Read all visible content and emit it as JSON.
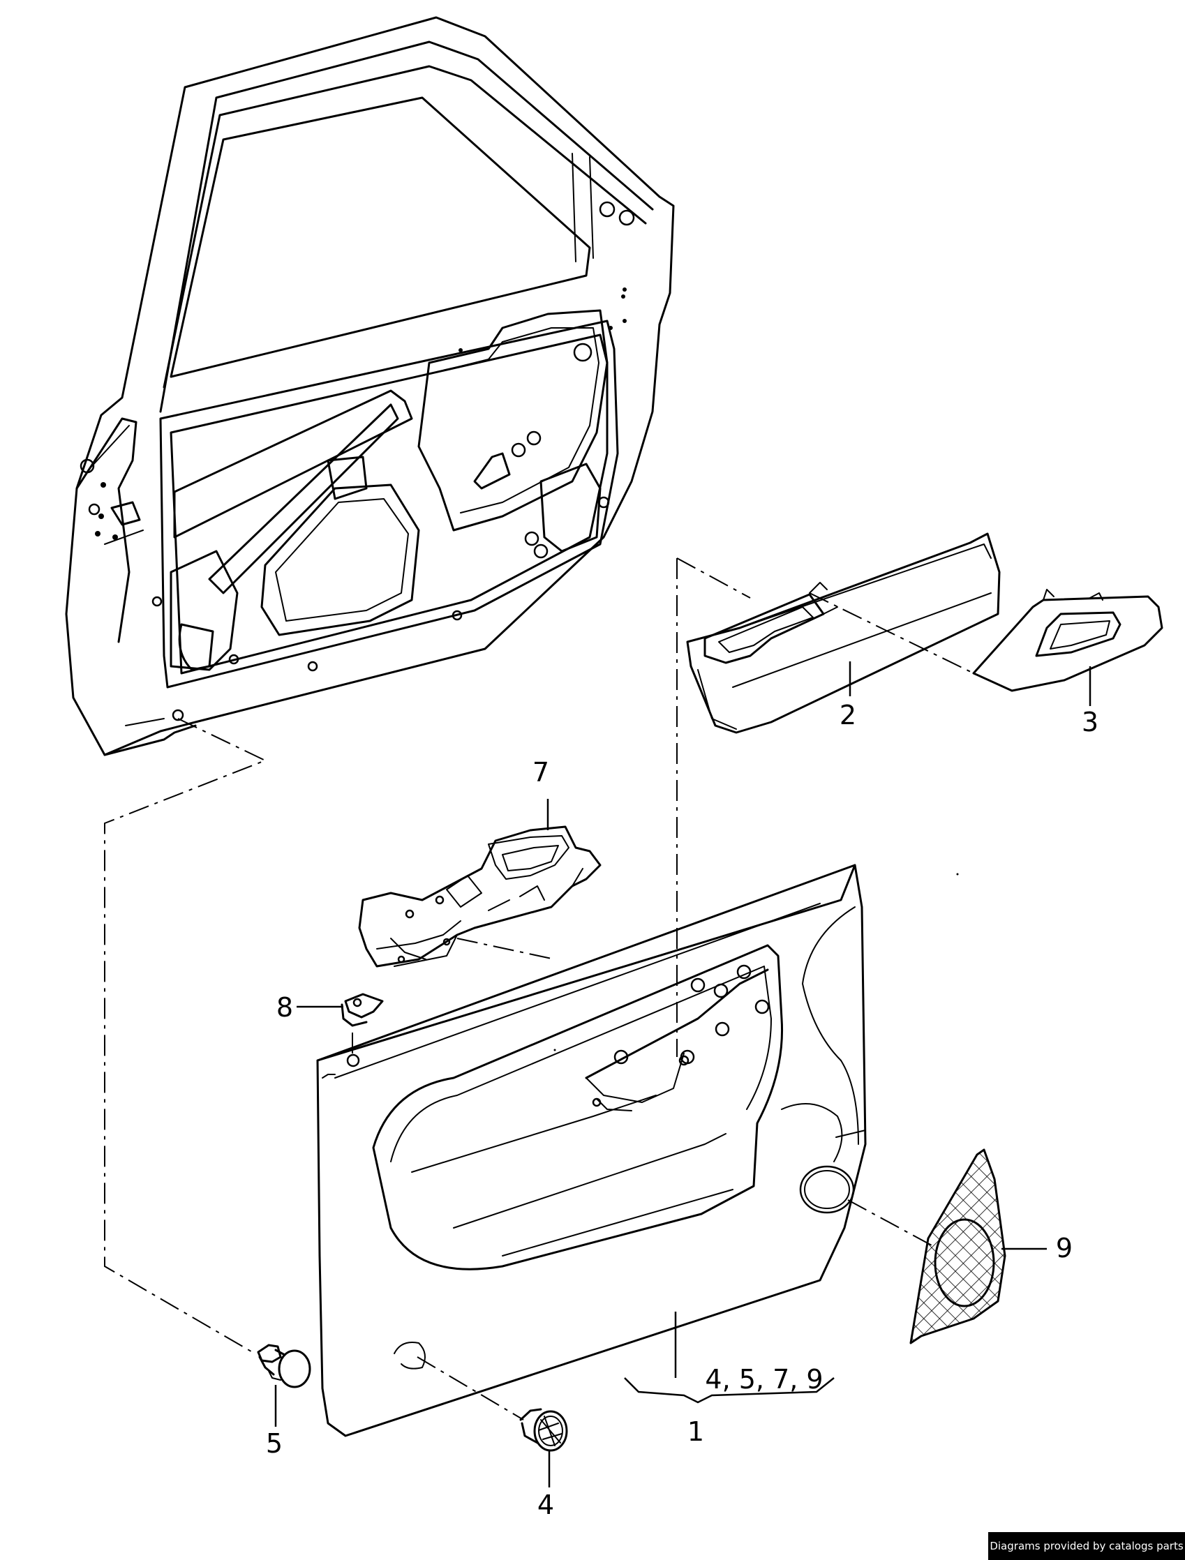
{
  "callouts": {
    "part_1": "1",
    "part_2": "2",
    "part_3": "3",
    "part_4": "4",
    "part_5": "5",
    "part_7": "7",
    "part_8": "8",
    "part_9": "9",
    "group_1": "4, 5, 7, 9"
  },
  "footer": {
    "credit": "Diagrams provided by catalogs parts"
  },
  "colors": {
    "line": "#000000",
    "background": "#ffffff",
    "badge": "#000000",
    "badge_text": "#ffffff"
  }
}
